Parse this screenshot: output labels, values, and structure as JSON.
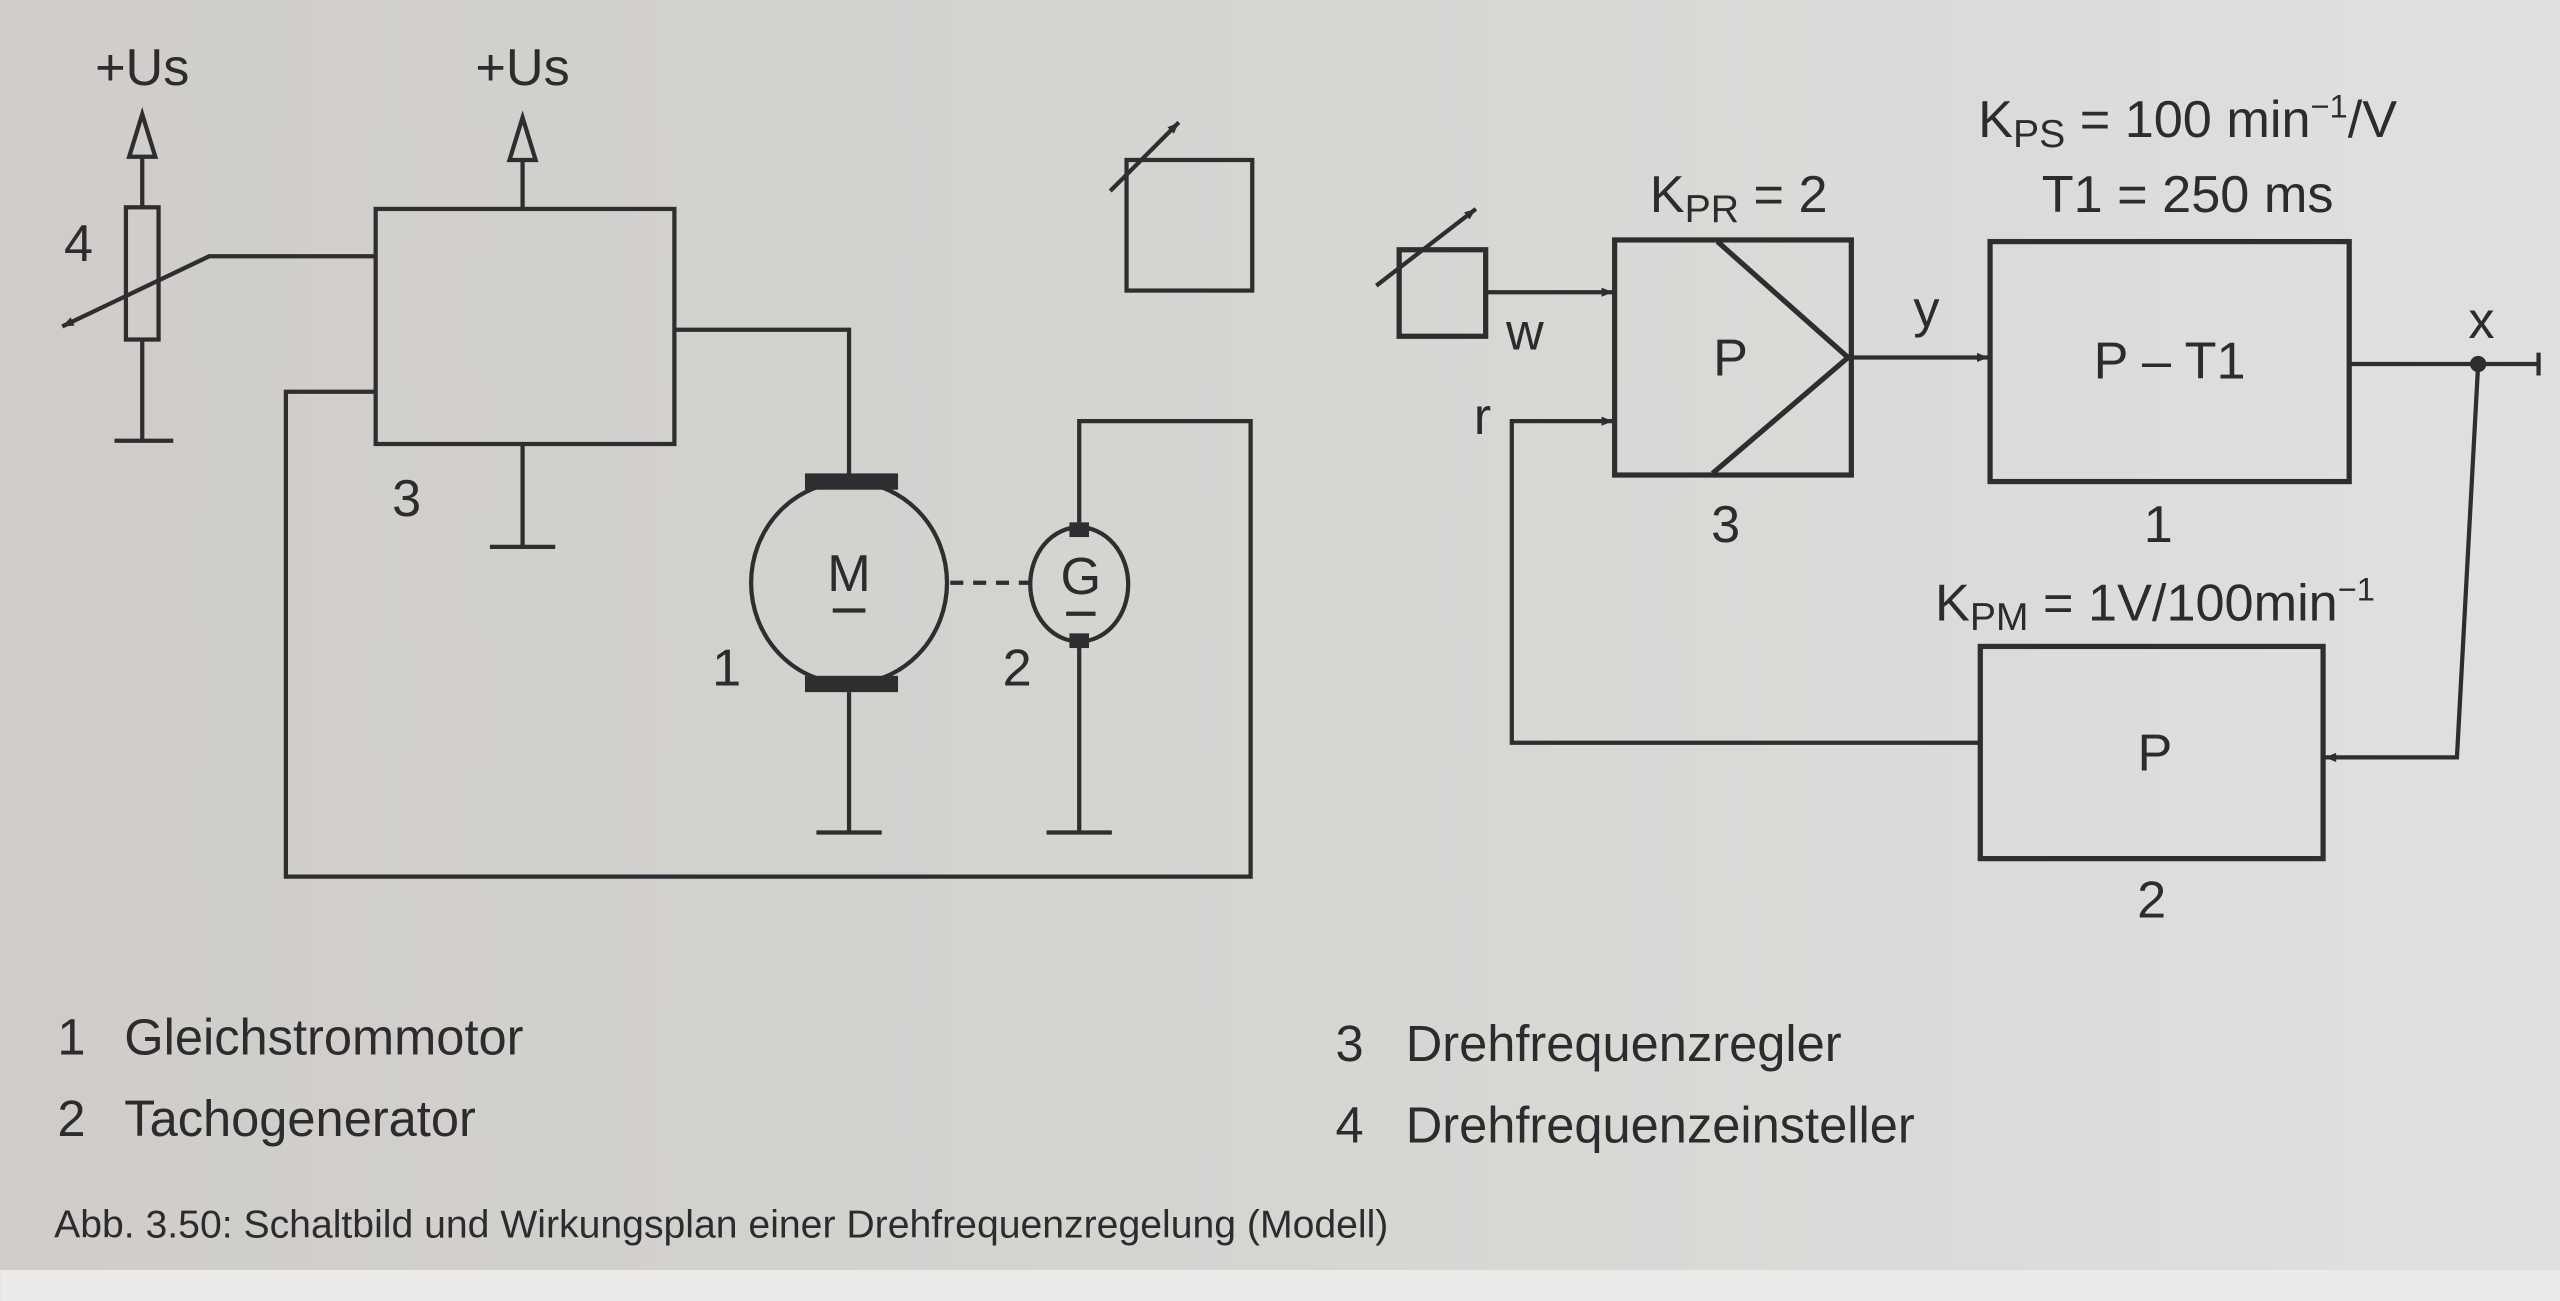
{
  "circuit": {
    "supply_left": "+Us",
    "supply_right": "+Us",
    "label_potentiometer": "4",
    "label_controller": "3",
    "label_motor": "1",
    "label_tacho": "2",
    "motor_symbol": "M",
    "generator_symbol": "G"
  },
  "block_diagram": {
    "w_label": "w",
    "r_label": "r",
    "y_label": "y",
    "x_label": "x",
    "controller": {
      "k": "K",
      "sub": "PR",
      "rest": " = 2",
      "block_text": "P",
      "number": "3"
    },
    "plant": {
      "k": "K",
      "sub": "PS",
      "rest": " = 100 min",
      "sup": "−1",
      "tail": "/V",
      "t1": "T1 = 250 ms",
      "block_text": "P – T1",
      "number": "1"
    },
    "sensor": {
      "k": "K",
      "sub": "PM",
      "rest": " = 1V/100min",
      "sup": "−1",
      "block_text": "P",
      "number": "2"
    }
  },
  "legend": [
    {
      "num": "1",
      "text": "Gleichstrommotor"
    },
    {
      "num": "2",
      "text": "Tachogenerator"
    },
    {
      "num": "3",
      "text": "Drehfrequenzregler"
    },
    {
      "num": "4",
      "text": "Drehfrequenzeinsteller"
    }
  ],
  "caption": "Abb. 3.50: Schaltbild und Wirkungsplan einer Drehfrequenzregelung (Modell)",
  "colors": {
    "ink": "#2e2e30",
    "paper_left": "#d2d0cd",
    "paper_right": "#dddfde"
  }
}
